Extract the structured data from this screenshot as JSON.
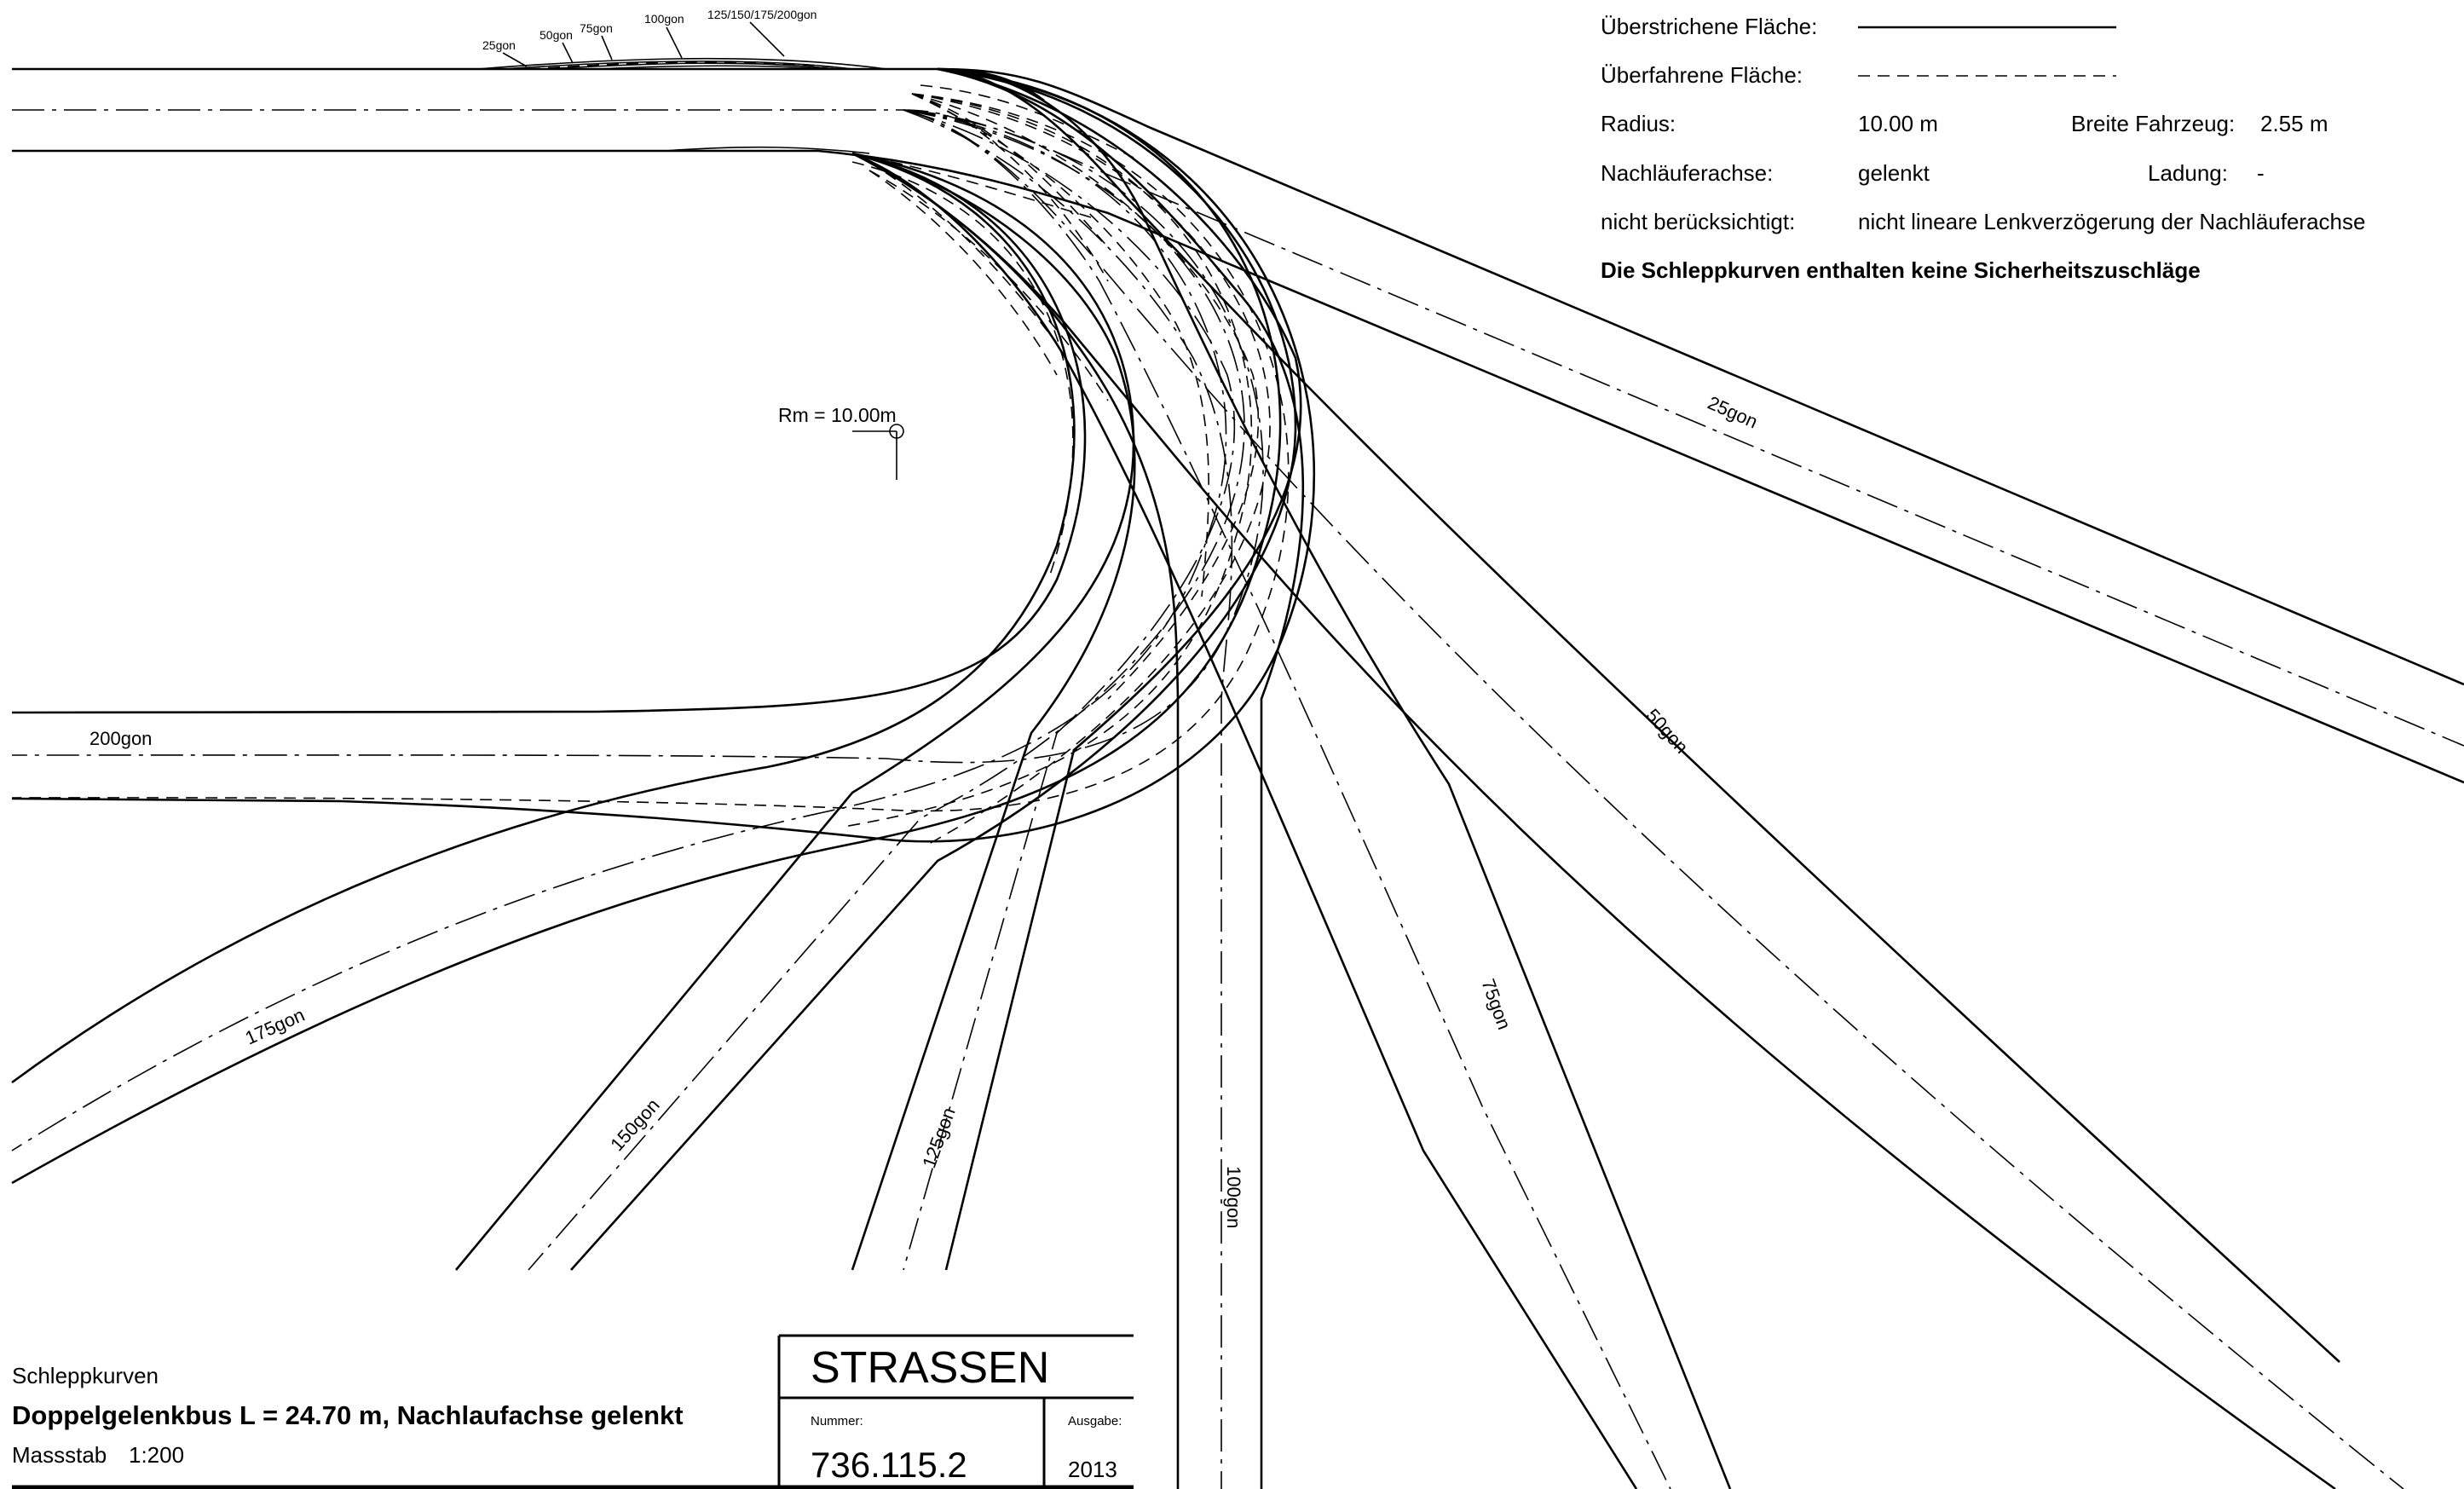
{
  "legend": {
    "swept_area_label": "Überstrichene Fläche:",
    "driven_area_label": "Überfahrene Fläche:",
    "radius_label": "Radius:",
    "radius_value": "10.00 m",
    "width_label": "Breite  Fahrzeug:",
    "width_value": "2.55 m",
    "trailer_axle_label": "Nachläuferachse:",
    "trailer_axle_value": "gelenkt",
    "load_label": "Ladung:",
    "load_value": "-",
    "ignored_label": "nicht berücksichtigt:",
    "ignored_value": "nicht lineare Lenkverzögerung der Nachläuferachse",
    "safety_note": "Die Schleppkurven enthalten keine Sicherheitszuschläge"
  },
  "radius_marker": "Rm = 10.00m",
  "angle_labels": {
    "small_25": "25gon",
    "small_50": "50gon",
    "small_75": "75gon",
    "small_100": "100gon",
    "small_rest": "125/150/175/200gon",
    "g25": "25gon",
    "g50": "50gon",
    "g75": "75gon",
    "g100": "100gon",
    "g125": "125gon",
    "g150": "150gon",
    "g175": "175gon",
    "g200": "200gon"
  },
  "title_block": {
    "category": "Schleppkurven",
    "title": "Doppelgelenkbus L = 24.70 m, Nachlaufachse gelenkt",
    "scale_label": "Massstab",
    "scale_value": "1:200",
    "department": "STRASSEN",
    "number_label": "Nummer:",
    "number_value": "736.115.2",
    "edition_label": "Ausgabe:",
    "edition_value": "2013"
  },
  "colors": {
    "ink": "#000000",
    "paper": "#ffffff"
  }
}
